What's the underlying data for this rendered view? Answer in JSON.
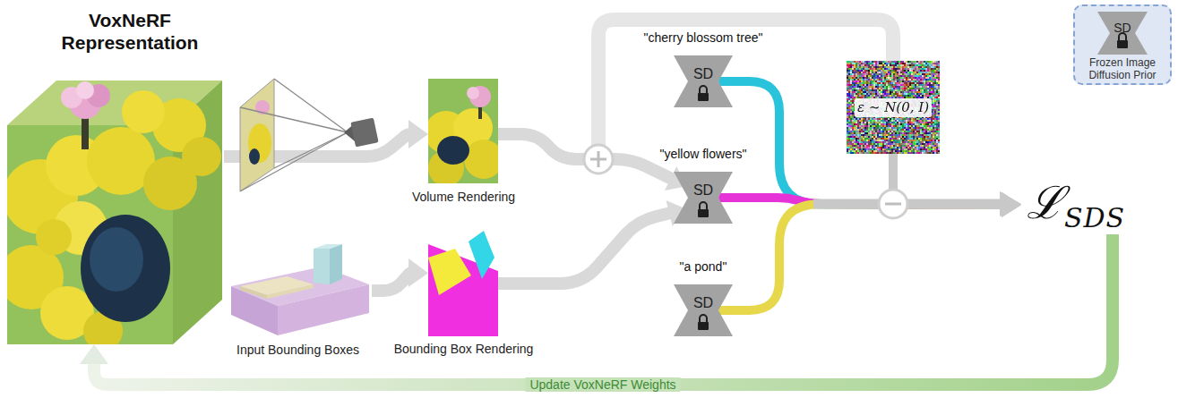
{
  "diagram": {
    "nodes": [
      {
        "text": [
          "VoxNeRF Representation"
        ]
      },
      {
        "text": [
          "Volume Rendering"
        ]
      },
      {
        "text": [
          "Input Bounding Boxes"
        ]
      },
      {
        "text": [
          "Bounding Box Rendering"
        ]
      },
      {
        "text": [
          "\"cherry blossom tree\"",
          "SD"
        ]
      },
      {
        "text": [
          "\"yellow flowers\"",
          "SD"
        ]
      },
      {
        "text": [
          "\"a pond\"",
          "SD"
        ]
      },
      {
        "text": [
          "ε ∼ N(0, I)"
        ]
      },
      {
        "text": [
          "ℒ",
          "SDS"
        ]
      },
      {
        "text": [
          "SD",
          "Frozen Image Diffusion Prior"
        ]
      }
    ],
    "edges": [
      {
        "from": 0,
        "to": 1,
        "arrow": "to"
      },
      {
        "from": 2,
        "to": 3,
        "arrow": "to"
      },
      {
        "from": 1,
        "to": 5,
        "arrow": "to"
      },
      {
        "from": 3,
        "to": 5,
        "arrow": "to"
      },
      {
        "from": 4,
        "to": 8,
        "arrow": "to"
      },
      {
        "from": 5,
        "to": 8,
        "arrow": "to"
      },
      {
        "from": 6,
        "to": 8,
        "arrow": "to"
      },
      {
        "from": 7,
        "to": 8,
        "arrow": "to"
      },
      {
        "from": 8,
        "to": 0,
        "arrow": "to",
        "label": "Update VoxNeRF Weights"
      }
    ]
  }
}
